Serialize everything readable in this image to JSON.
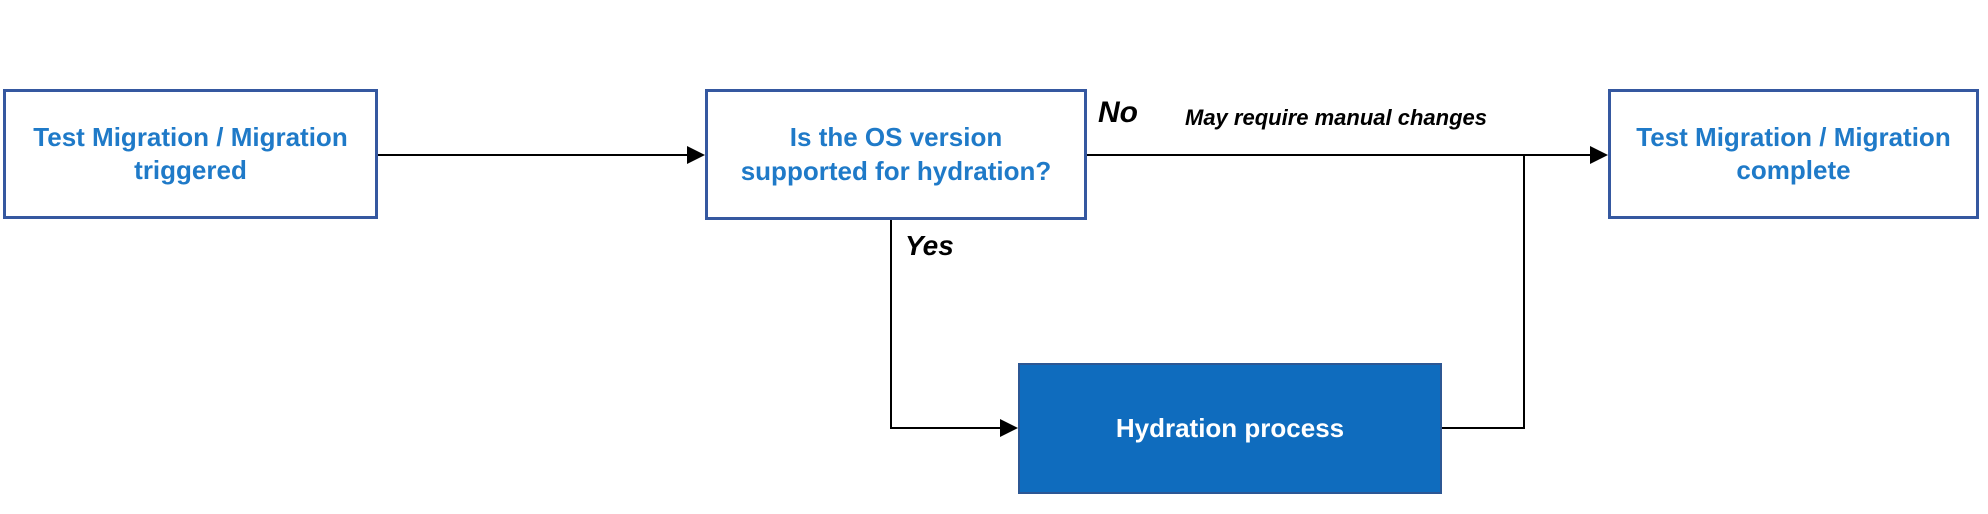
{
  "diagram": {
    "nodes": {
      "start": {
        "label": "Test Migration / Migration triggered",
        "lines": [
          "Test Migration / Migration",
          "triggered"
        ]
      },
      "decision": {
        "label": "Is the OS version supported for hydration?",
        "lines": [
          "Is the OS version",
          "supported for hydration?"
        ]
      },
      "complete": {
        "label": "Test Migration / Migration complete",
        "lines": [
          "Test Migration / Migration",
          "complete"
        ]
      },
      "hydration": {
        "label": "Hydration process",
        "lines": [
          "Hydration process"
        ]
      }
    },
    "edge_labels": {
      "no": "No",
      "no_note": "May require manual changes",
      "yes": "Yes"
    },
    "colors": {
      "box_border": "#3558A0",
      "box_text": "#1F7AC8",
      "filled_box_bg": "#0F6CBE",
      "filled_box_text": "#FFFFFF",
      "connector": "#000000",
      "edge_label_text": "#000000"
    }
  }
}
